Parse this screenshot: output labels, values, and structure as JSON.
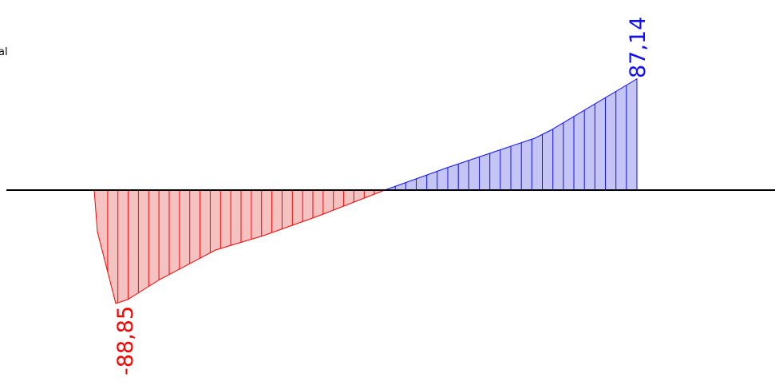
{
  "corner_label": "al",
  "diagram": {
    "min_label": "-88,85",
    "max_label": "87,14",
    "min_value": -88.85,
    "max_value": 87.14,
    "hatch_count_negative": 28,
    "hatch_count_positive": 24,
    "colors": {
      "negative_stroke": "#ff0000",
      "negative_fill": "#f5c2c2",
      "positive_stroke": "#1010ff",
      "positive_fill": "#c4c4f5",
      "baseline": "#000000",
      "background": "#ffffff"
    }
  }
}
